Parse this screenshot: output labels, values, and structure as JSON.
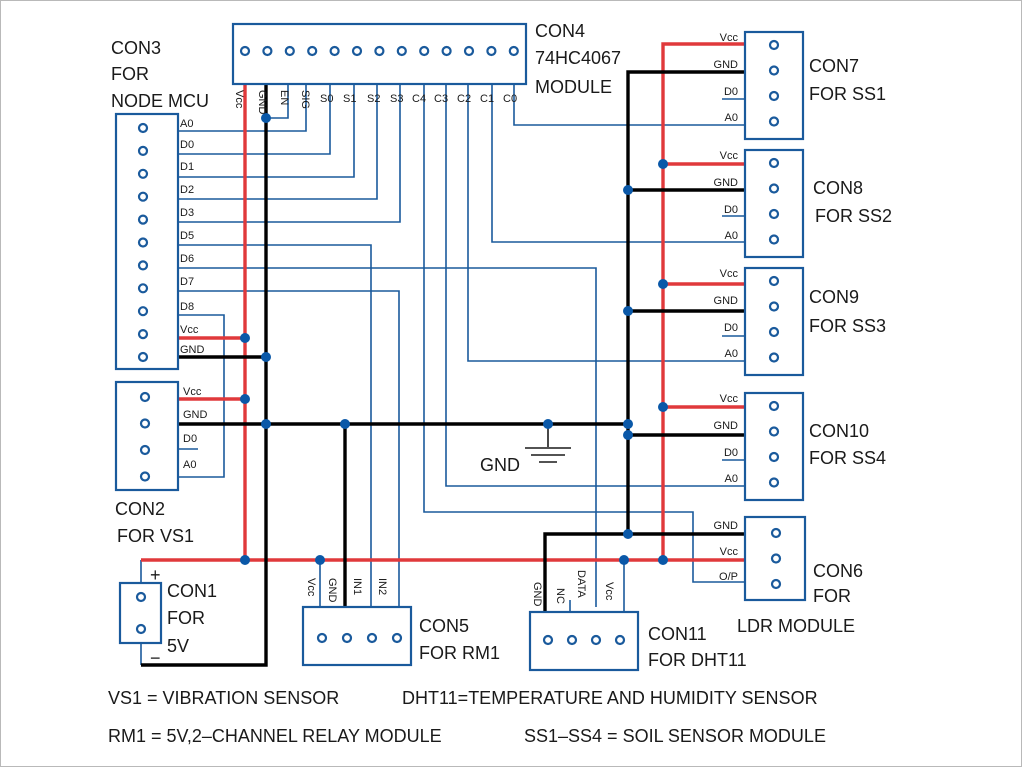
{
  "title": "NodeMCU Smart Farming Circuit Diagram",
  "colors": {
    "box": "#1a5a9c",
    "signal": "#1a5a9c",
    "vcc": "#e0393b",
    "gnd": "#000000",
    "junction": "#0a58a8",
    "text": "#1a1a1a"
  },
  "connectors": {
    "con4": {
      "line1": "CON4",
      "line2": "74HC4067",
      "line3": "MODULE",
      "pins": [
        "Vcc",
        "GND",
        "EN",
        "SIG",
        "S0",
        "S1",
        "S2",
        "S3",
        "C4",
        "C3",
        "C2",
        "C1",
        "C0"
      ]
    },
    "con3": {
      "line1": "CON3",
      "line2": "FOR",
      "line3": "NODE MCU",
      "pins": [
        "A0",
        "D0",
        "D1",
        "D2",
        "D3",
        "D5",
        "D6",
        "D7",
        "D8",
        "Vcc",
        "GND"
      ]
    },
    "con2": {
      "line1": "CON2",
      "line2": "FOR VS1",
      "pins": [
        "Vcc",
        "GND",
        "D0",
        "A0"
      ]
    },
    "con1": {
      "line1": "CON1",
      "line2": "FOR",
      "line3": "5V",
      "plus": "+",
      "minus": "−"
    },
    "con5": {
      "line1": "CON5",
      "line2": "FOR RM1",
      "pins": [
        "Vcc",
        "GND",
        "IN1",
        "IN2"
      ]
    },
    "con11": {
      "line1": "CON11",
      "line2": "FOR DHT11",
      "pins": [
        "GND",
        "NC",
        "DATA",
        "Vcc"
      ]
    },
    "con6": {
      "line1": "CON6",
      "line2": "FOR",
      "line3": "LDR MODULE",
      "pins": [
        "GND",
        "Vcc",
        "O/P"
      ]
    },
    "con7": {
      "line1": "CON7",
      "line2": "FOR SS1",
      "pins": [
        "Vcc",
        "GND",
        "D0",
        "A0"
      ]
    },
    "con8": {
      "line1": "CON8",
      "line2": "FOR SS2",
      "pins": [
        "Vcc",
        "GND",
        "D0",
        "A0"
      ]
    },
    "con9": {
      "line1": "CON9",
      "line2": "FOR SS3",
      "pins": [
        "Vcc",
        "GND",
        "D0",
        "A0"
      ]
    },
    "con10": {
      "line1": "CON10",
      "line2": "FOR SS4",
      "pins": [
        "Vcc",
        "GND",
        "D0",
        "A0"
      ]
    }
  },
  "ground_label": "GND",
  "legend": {
    "vs1": "VS1 = VIBRATION SENSOR",
    "dht11": "DHT11=TEMPERATURE AND HUMIDITY SENSOR",
    "rm1": "RM1 = 5V,2–CHANNEL RELAY MODULE",
    "ss": "SS1–SS4 = SOIL SENSOR MODULE"
  }
}
